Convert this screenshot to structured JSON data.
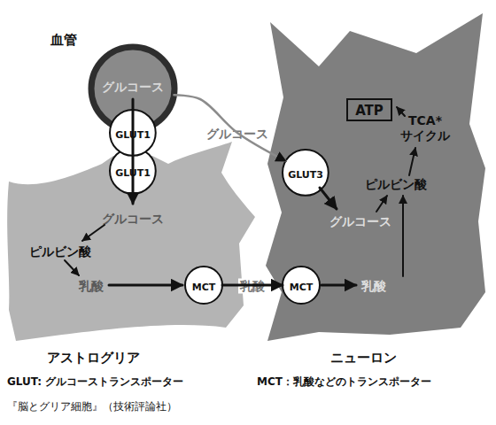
{
  "diagram": {
    "caption": "『脳とグリア細胞』（技術評論社）",
    "nodes": [
      {
        "text": [
          "血管",
          "グルコース"
        ]
      },
      {
        "text": [
          "アストログリア",
          "グルコース",
          "ピルビン酸",
          "乳酸"
        ]
      },
      {
        "text": [
          "GLUT1"
        ]
      },
      {
        "text": [
          "GLUT1"
        ],
        "in": 1
      },
      {
        "text": [
          "MCT"
        ],
        "in": 1
      },
      {
        "text": [
          "ニューロン",
          "TCA* サイクル",
          "ピルビン酸",
          "グルコース",
          "乳酸"
        ]
      },
      {
        "text": [
          "ATP"
        ],
        "in": 5
      },
      {
        "text": [
          "GLUT3"
        ],
        "in": 5
      },
      {
        "text": [
          "MCT"
        ],
        "in": 5
      }
    ],
    "edges": [
      {
        "from": 0,
        "to": 7,
        "label": "グルコース",
        "arrow": "to"
      },
      {
        "from": 4,
        "to": 8,
        "label": "乳酸",
        "arrow": "to"
      }
    ],
    "labels": [
      "GLUT: グルコーストランスポーター",
      "MCT：乳酸などのトランスポーター"
    ]
  }
}
